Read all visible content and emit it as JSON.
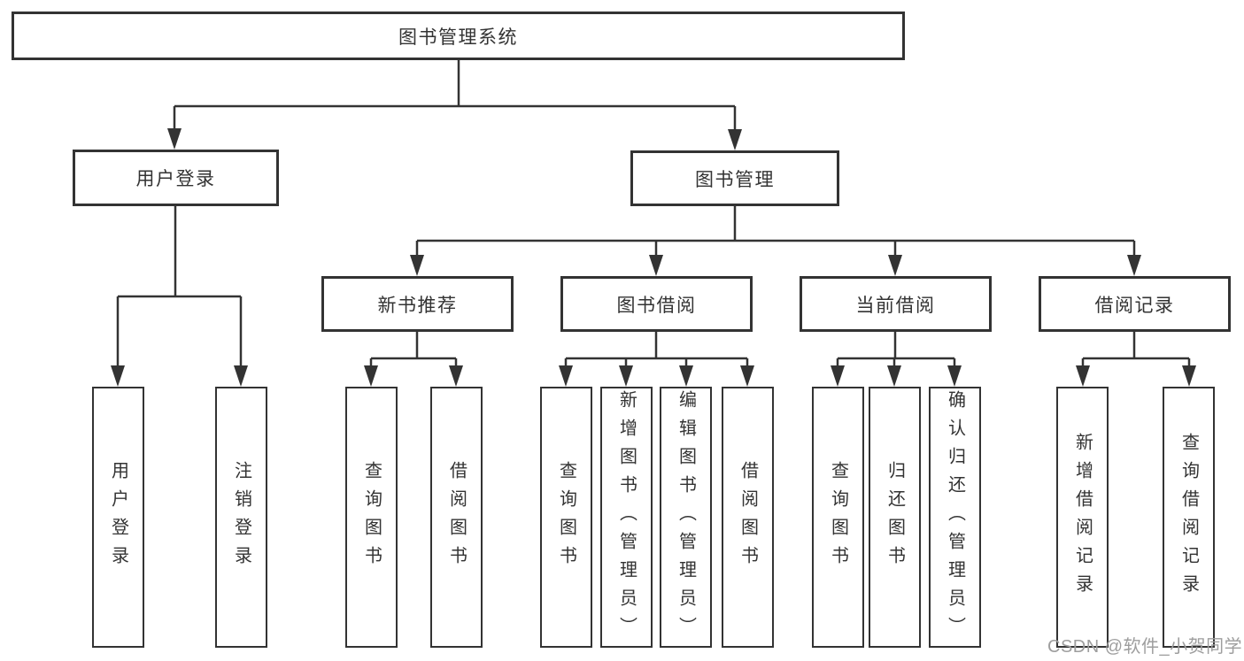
{
  "colors": {
    "line": "#333333",
    "text": "#333333",
    "watermark_gray": "#9e9e9e",
    "background": "#ffffff"
  },
  "watermark": "CSDN @软件_小贺同学",
  "tree": {
    "root": {
      "label": "图书管理系统"
    },
    "level2": [
      {
        "label": "用户登录"
      },
      {
        "label": "图书管理"
      }
    ],
    "level3": [
      {
        "label": "新书推荐"
      },
      {
        "label": "图书借阅"
      },
      {
        "label": "当前借阅"
      },
      {
        "label": "借阅记录"
      }
    ],
    "leaves": {
      "user_login": [
        "用户登录",
        "注销登录"
      ],
      "new_book": [
        "查询图书",
        "借阅图书"
      ],
      "borrow": [
        "查询图书",
        "新增图书（管理员）",
        "编辑图书（管理员）",
        "借阅图书"
      ],
      "current": [
        "查询图书",
        "归还图书",
        "确认归还（管理员）"
      ],
      "records": [
        "新增借阅记录",
        "查询借阅记录"
      ]
    }
  }
}
